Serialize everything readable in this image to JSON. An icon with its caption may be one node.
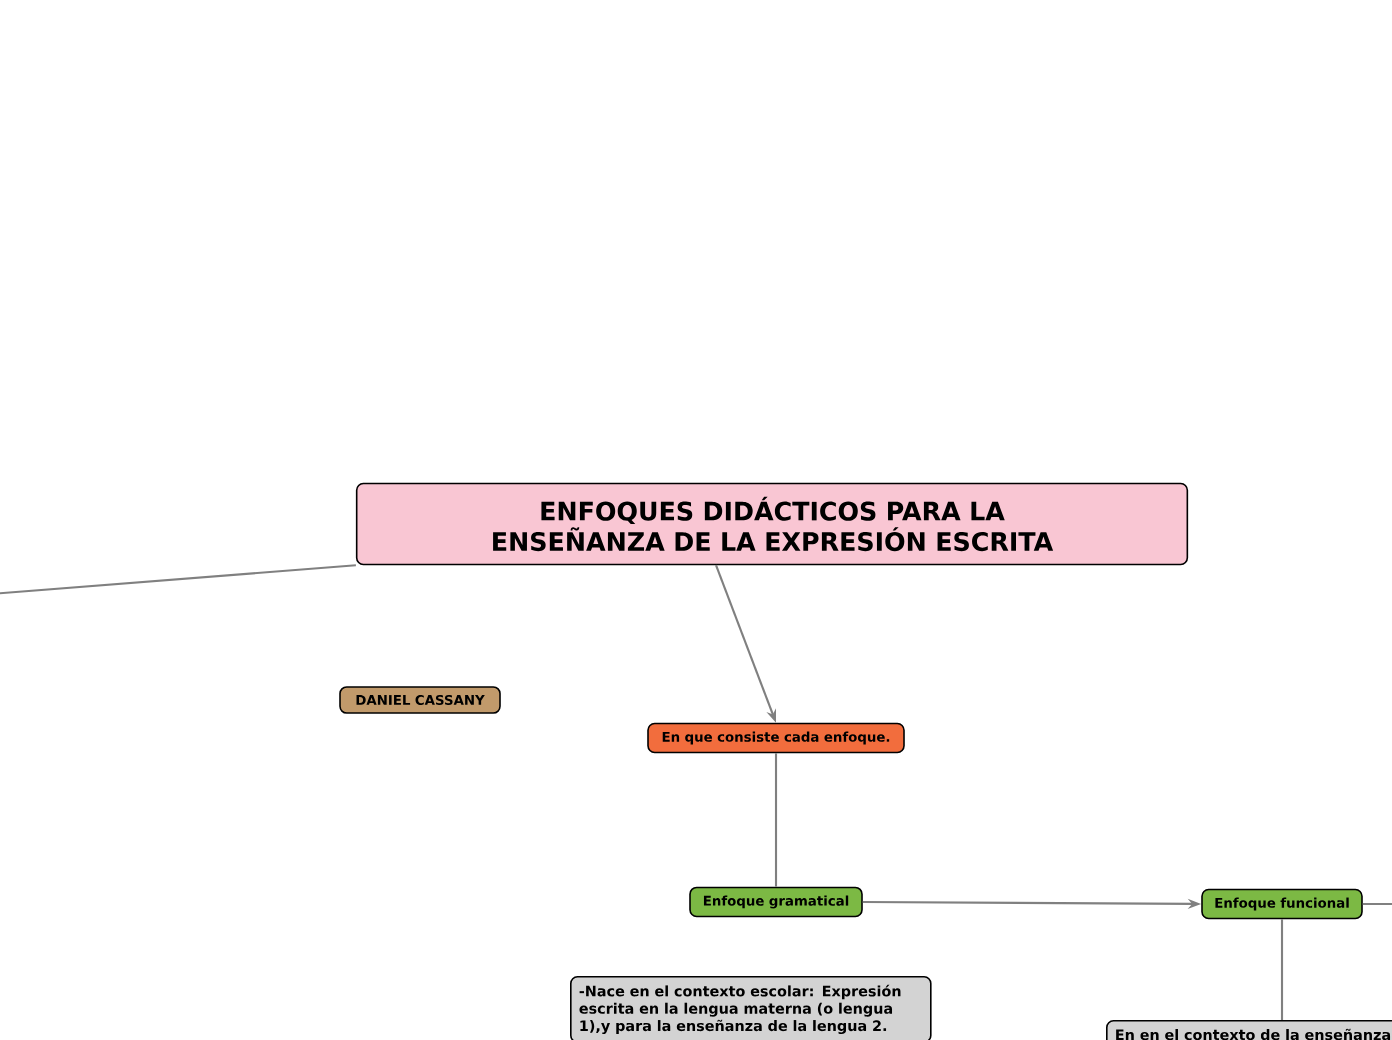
{
  "diagram": {
    "nodes": [
      {
        "text": [
          "ENFOQUES DIDÁCTICOS PARA LA ENSEÑANZA DE LA EXPRESIÓN ESCRITA"
        ]
      },
      {
        "text": [
          "DANIEL CASSANY"
        ]
      },
      {
        "text": [
          "En que consiste cada enfoque."
        ]
      },
      {
        "text": [
          "Enfoque gramatical"
        ]
      },
      {
        "text": [
          "Enfoque funcional"
        ]
      },
      {
        "text": [
          "-Nace en el contexto escolar: Expresión escrita en la lengua materna (o lengua 1),y para la enseñanza de la lengua 2."
        ]
      },
      {
        "text": [
          "En en el contexto de la enseñanza"
        ]
      }
    ],
    "edges": [
      {
        "from": 0,
        "to": null,
        "arrow": "none"
      },
      {
        "from": 0,
        "to": 2,
        "arrow": "to"
      },
      {
        "from": 2,
        "to": 3,
        "arrow": "none"
      },
      {
        "from": 3,
        "to": 4,
        "arrow": "to"
      },
      {
        "from": 4,
        "to": null,
        "arrow": "none"
      },
      {
        "from": 4,
        "to": 6,
        "arrow": "none"
      }
    ]
  }
}
